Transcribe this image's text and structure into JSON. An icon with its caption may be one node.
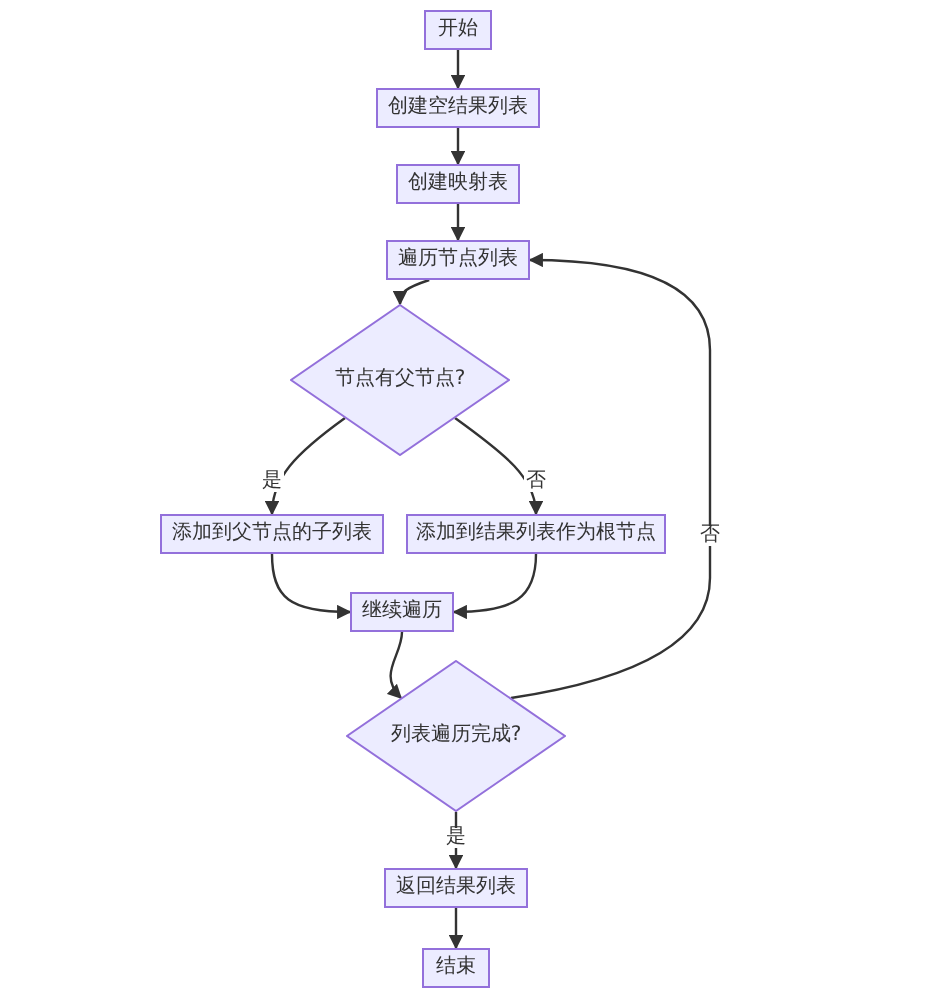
{
  "diagram": {
    "nodes": [
      {
        "text": [
          "开始"
        ]
      },
      {
        "text": [
          "创建空结果列表"
        ]
      },
      {
        "text": [
          "创建映射表"
        ]
      },
      {
        "text": [
          "遍历节点列表"
        ]
      },
      {
        "text": [
          "节点有父节点?"
        ]
      },
      {
        "text": [
          "添加到父节点的子列表"
        ]
      },
      {
        "text": [
          "添加到结果列表作为根节点"
        ]
      },
      {
        "text": [
          "继续遍历"
        ]
      },
      {
        "text": [
          "列表遍历完成?"
        ]
      },
      {
        "text": [
          "返回结果列表"
        ]
      },
      {
        "text": [
          "结束"
        ]
      }
    ],
    "edges": [
      {
        "from": 0,
        "to": 1,
        "arrow": "to"
      },
      {
        "from": 1,
        "to": 2,
        "arrow": "to"
      },
      {
        "from": 2,
        "to": 3,
        "arrow": "to"
      },
      {
        "from": 3,
        "to": 4,
        "arrow": "to"
      },
      {
        "from": 4,
        "to": 5,
        "arrow": "to",
        "label": "是"
      },
      {
        "from": 4,
        "to": 6,
        "arrow": "to",
        "label": "否"
      },
      {
        "from": 5,
        "to": 7,
        "arrow": "to"
      },
      {
        "from": 6,
        "to": 7,
        "arrow": "to"
      },
      {
        "from": 7,
        "to": 8,
        "arrow": "to"
      },
      {
        "from": 8,
        "to": 3,
        "arrow": "to",
        "label": "否"
      },
      {
        "from": 8,
        "to": 9,
        "arrow": "to",
        "label": "是"
      },
      {
        "from": 9,
        "to": 10,
        "arrow": "to"
      }
    ]
  }
}
